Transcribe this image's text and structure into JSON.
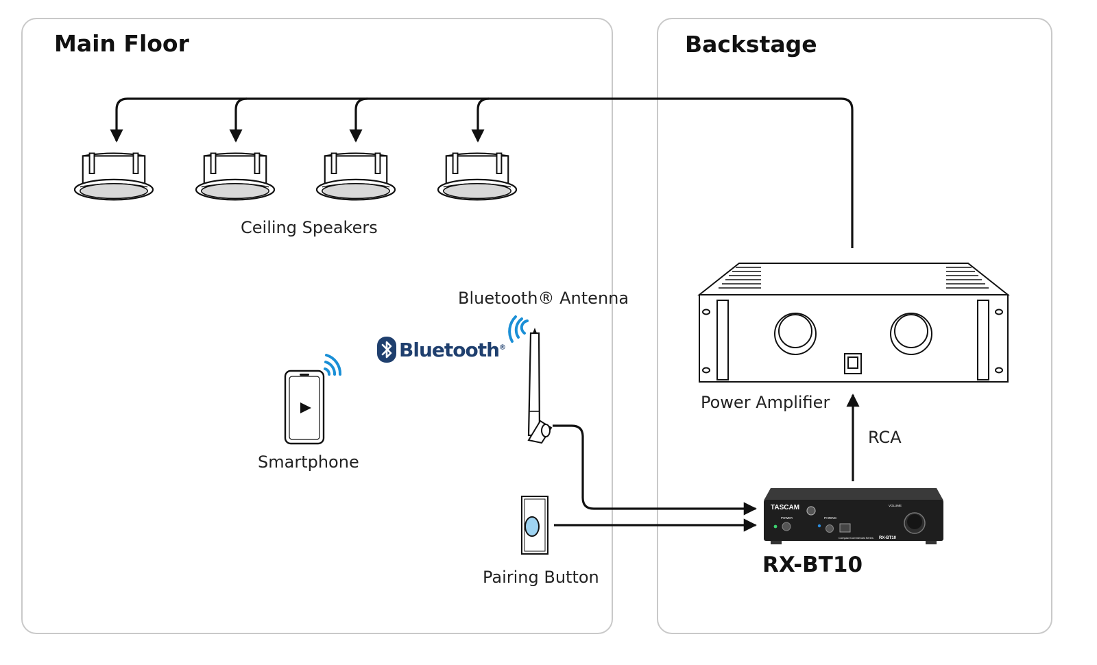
{
  "zones": {
    "main_floor": "Main Floor",
    "backstage": "Backstage"
  },
  "labels": {
    "ceiling_speakers": "Ceiling Speakers",
    "smartphone": "Smartphone",
    "bluetooth_antenna": "Bluetooth® Antenna",
    "pairing_button": "Pairing Button",
    "power_amplifier": "Power Amplifier",
    "rca": "RCA",
    "device_model": "RX-BT10"
  },
  "bluetooth_logo": {
    "text": "Bluetooth",
    "mark": "®",
    "color": "#1f3f6e",
    "icon": "bluetooth-icon"
  },
  "device_panel": {
    "brand": "TASCAM",
    "power": "POWER",
    "pairing": "PAIRING",
    "volume": "VOLUME",
    "series": "Compact Commercial Series",
    "model": "RX-BT10"
  },
  "colors": {
    "wire": "#111111",
    "wireless": "#1a8fd6",
    "zone_border": "#c9c9c9",
    "device_body": "#1e1e1e",
    "power_led": "#3bd16f",
    "pairing_led": "#2a8de0",
    "button_cap": "#9fd4f2"
  }
}
